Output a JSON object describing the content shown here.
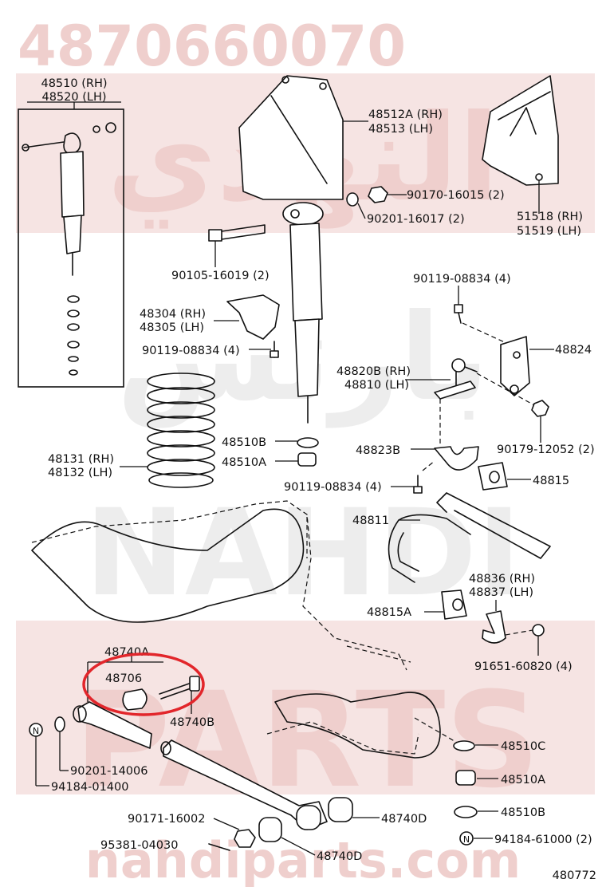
{
  "watermark": {
    "part_number": "4870660070",
    "arabic_top": "النهدي",
    "arabic_mid": "بارتس",
    "latin_mid": "NAHDI",
    "latin_bottom": "PARTS",
    "site": "nahdiparts.com"
  },
  "diagram_id": "480772",
  "highlighted_part": "48706",
  "colors": {
    "watermark_red": "#efcfcd",
    "highlight": "#e2262b",
    "ink": "#111111"
  },
  "labels": {
    "shock_rh": "48510 (RH)",
    "shock_lh": "48520 (LH)",
    "bracket_rh": "48512A (RH)",
    "bracket_lh": "48513 (LH)",
    "nut_90170": "90170-16015 (2)",
    "washer_90201_a": "90201-16017 (2)",
    "cover_rh": "51518 (RH)",
    "cover_lh": "51519 (LH)",
    "bolt_90105": "90105-16019 (2)",
    "bolt_90119_top": "90119-08834 (4)",
    "seat_rh": "48304 (RH)",
    "seat_lh": "48305 (LH)",
    "bolt_90119_left": "90119-08834 (4)",
    "bracket_48824": "48824",
    "link_rh": "48820B (RH)",
    "link_lh": "48810 (LH)",
    "cushion_48510B_top": "48510B",
    "cushion_48510A_top": "48510A",
    "nut_90179": "90179-12052 (2)",
    "spring_rh": "48131 (RH)",
    "spring_lh": "48132 (LH)",
    "clamp_48823B": "48823B",
    "bushing_48815": "48815",
    "bolt_90119_mid": "90119-08834 (4)",
    "stabilizer_48811": "48811",
    "clamp_rh": "48836 (RH)",
    "clamp_lh": "48837 (LH)",
    "bushing_48815A": "48815A",
    "arm_48740A": "48740A",
    "bushing_48706": "48706",
    "bolt_48740B": "48740B",
    "bolt_91651": "91651-60820 (4)",
    "washer_90201_b": "90201-14006",
    "nut_94184_a": "94184-01400",
    "cushion_48510C": "48510C",
    "cushion_48510A_bottom": "48510A",
    "cushion_48510B_bottom": "48510B",
    "nut_90171": "90171-16002",
    "arm_48740D_a": "48740D",
    "nut_94184_b": "94184-61000 (2)",
    "pin_95381": "95381-04030",
    "arm_48740D_b": "48740D",
    "n_mark": "N"
  }
}
